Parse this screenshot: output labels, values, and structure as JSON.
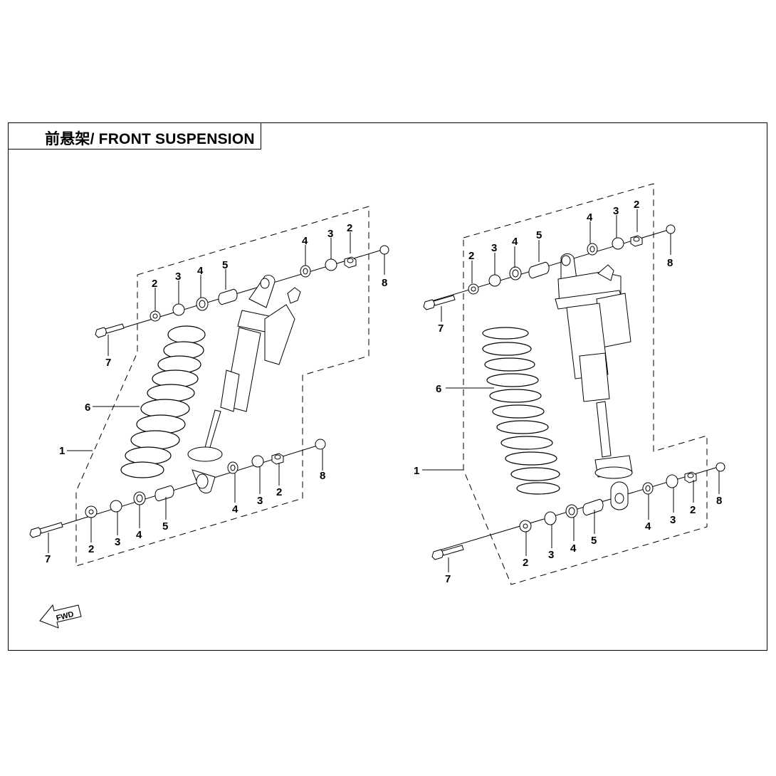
{
  "title": "前悬架/ FRONT SUSPENSION",
  "fwd_label": "FWD",
  "left_assembly": {
    "labels": [
      {
        "id": "l1",
        "text": "1"
      },
      {
        "id": "l2a",
        "text": "2"
      },
      {
        "id": "l3a",
        "text": "3"
      },
      {
        "id": "l4a",
        "text": "4"
      },
      {
        "id": "l5a",
        "text": "5"
      },
      {
        "id": "l4b",
        "text": "4"
      },
      {
        "id": "l3b",
        "text": "3"
      },
      {
        "id": "l2b",
        "text": "2"
      },
      {
        "id": "l8a",
        "text": "8"
      },
      {
        "id": "l7a",
        "text": "7"
      },
      {
        "id": "l6",
        "text": "6"
      },
      {
        "id": "l4c",
        "text": "4"
      },
      {
        "id": "l3c",
        "text": "3"
      },
      {
        "id": "l2c",
        "text": "2"
      },
      {
        "id": "l8b",
        "text": "8"
      },
      {
        "id": "l2d",
        "text": "2"
      },
      {
        "id": "l3d",
        "text": "3"
      },
      {
        "id": "l4d",
        "text": "4"
      },
      {
        "id": "l5b",
        "text": "5"
      },
      {
        "id": "l7b",
        "text": "7"
      }
    ]
  },
  "right_assembly": {
    "labels": [
      {
        "id": "r2a",
        "text": "2"
      },
      {
        "id": "r3a",
        "text": "3"
      },
      {
        "id": "r4a",
        "text": "4"
      },
      {
        "id": "r5a",
        "text": "5"
      },
      {
        "id": "r4b",
        "text": "4"
      },
      {
        "id": "r3b",
        "text": "3"
      },
      {
        "id": "r2b",
        "text": "2"
      },
      {
        "id": "r8a",
        "text": "8"
      },
      {
        "id": "r7a",
        "text": "7"
      },
      {
        "id": "r6",
        "text": "6"
      },
      {
        "id": "r1",
        "text": "1"
      },
      {
        "id": "r4c",
        "text": "4"
      },
      {
        "id": "r3c",
        "text": "3"
      },
      {
        "id": "r2c",
        "text": "2"
      },
      {
        "id": "r8b",
        "text": "8"
      },
      {
        "id": "r2d",
        "text": "2"
      },
      {
        "id": "r3d",
        "text": "3"
      },
      {
        "id": "r4d",
        "text": "4"
      },
      {
        "id": "r5b",
        "text": "5"
      },
      {
        "id": "r7b",
        "text": "7"
      }
    ]
  }
}
